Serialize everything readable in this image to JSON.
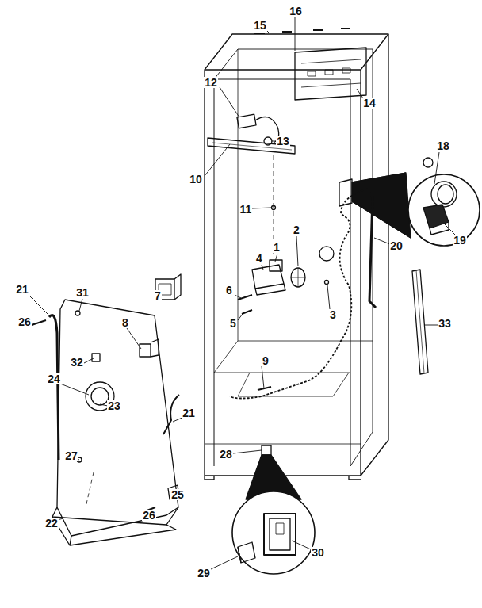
{
  "diagram": {
    "labels": [
      "16",
      "15",
      "14",
      "12",
      "13",
      "10",
      "11",
      "18",
      "2",
      "1",
      "4",
      "19",
      "20",
      "6",
      "3",
      "5",
      "33",
      "9",
      "31",
      "21",
      "26",
      "7",
      "8",
      "32",
      "24",
      "23",
      "21",
      "27",
      "28",
      "25",
      "26",
      "22",
      "29",
      "30"
    ]
  }
}
